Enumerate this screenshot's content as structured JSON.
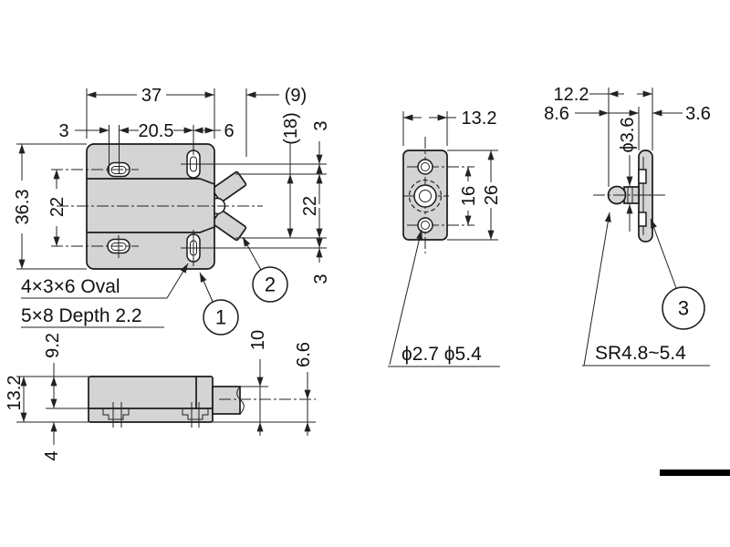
{
  "drawing": {
    "front_view": {
      "dim_width": "37",
      "dim_depth_ref": "(9)",
      "dim_slot": "3",
      "dim_spacing": "20.5",
      "dim_edge": "6",
      "dim_jaw_ref": "(18)",
      "dim_top_margin": "3",
      "dim_holes_right": "22",
      "dim_bottom_margin": "3",
      "dim_height": "36.3",
      "dim_holes_left": "22",
      "note_line1": "4×3×6 Oval",
      "note_line2": "5×8 Depth 2.2",
      "balloon1": "1",
      "balloon2": "2"
    },
    "side_view": {
      "dim_top": "9.2",
      "dim_height": "13.2",
      "dim_base": "4",
      "dim_plunger": "10",
      "dim_axis": "6.6"
    },
    "strike_front": {
      "dim_width": "13.2",
      "dim_holes": "16",
      "dim_height": "26",
      "note_holes": "ϕ2.7 ϕ5.4"
    },
    "strike_side": {
      "dim_width": "12.2",
      "dim_ball": "8.6",
      "dim_plate": "3.6",
      "dim_stem": "ϕ3.6",
      "note_ball": "SR4.8~5.4",
      "balloon3": "3"
    },
    "colors": {
      "part_fill": "#d4d4d4",
      "line": "#1a1a1a",
      "background": "#ffffff"
    }
  }
}
